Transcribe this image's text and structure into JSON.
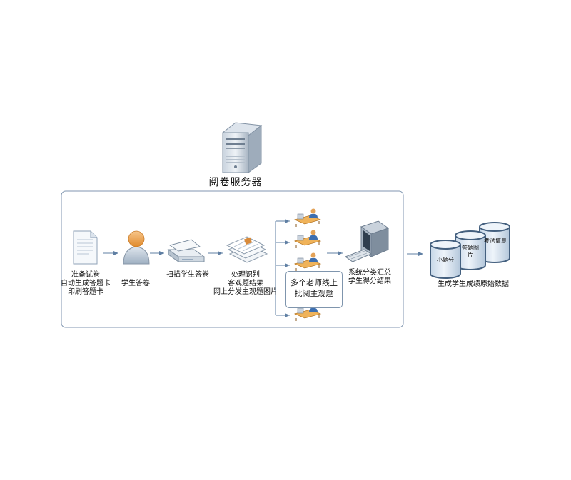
{
  "server": {
    "title": "阅卷服务器"
  },
  "steps": [
    {
      "lines": [
        "准备试卷",
        "自动生成答题卡",
        "印刷答题卡"
      ]
    },
    {
      "lines": [
        "学生答卷"
      ]
    },
    {
      "lines": [
        "扫描学生答卷"
      ]
    },
    {
      "lines": [
        "处理识别",
        "客观题结果",
        "网上分发主观题图片"
      ]
    },
    {
      "lines": [
        "多个老师线上",
        "批阅主观题"
      ]
    },
    {
      "lines": [
        "系统分类汇总",
        "学生得分结果"
      ]
    }
  ],
  "databases": [
    {
      "label": "小题分"
    },
    {
      "label": "答题图片"
    },
    {
      "label": "考试信息"
    }
  ],
  "output": {
    "label": "生成学生成绩原始数据"
  },
  "colors": {
    "frame": "#8096b0",
    "arrow": "#5f7fa3",
    "cylinder_fill": "#dbe7f3",
    "cylinder_stroke": "#44607f"
  }
}
